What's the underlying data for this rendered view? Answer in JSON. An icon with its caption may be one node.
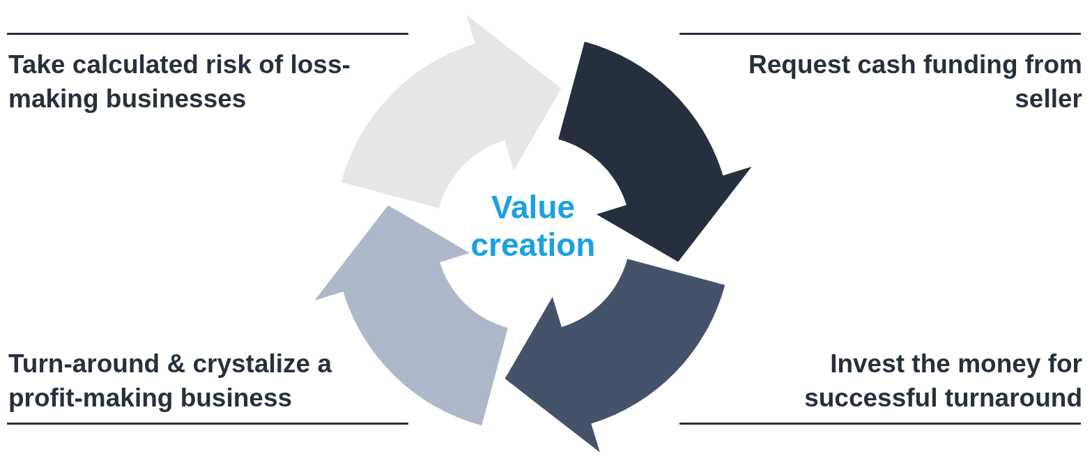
{
  "diagram": {
    "labels": [
      "Take calculated risk of loss-making businesses",
      "Request cash funding from seller",
      "Value creation",
      "Turn-around & crystalize a profit-making business",
      "Invest the money for successful turnaround"
    ]
  }
}
